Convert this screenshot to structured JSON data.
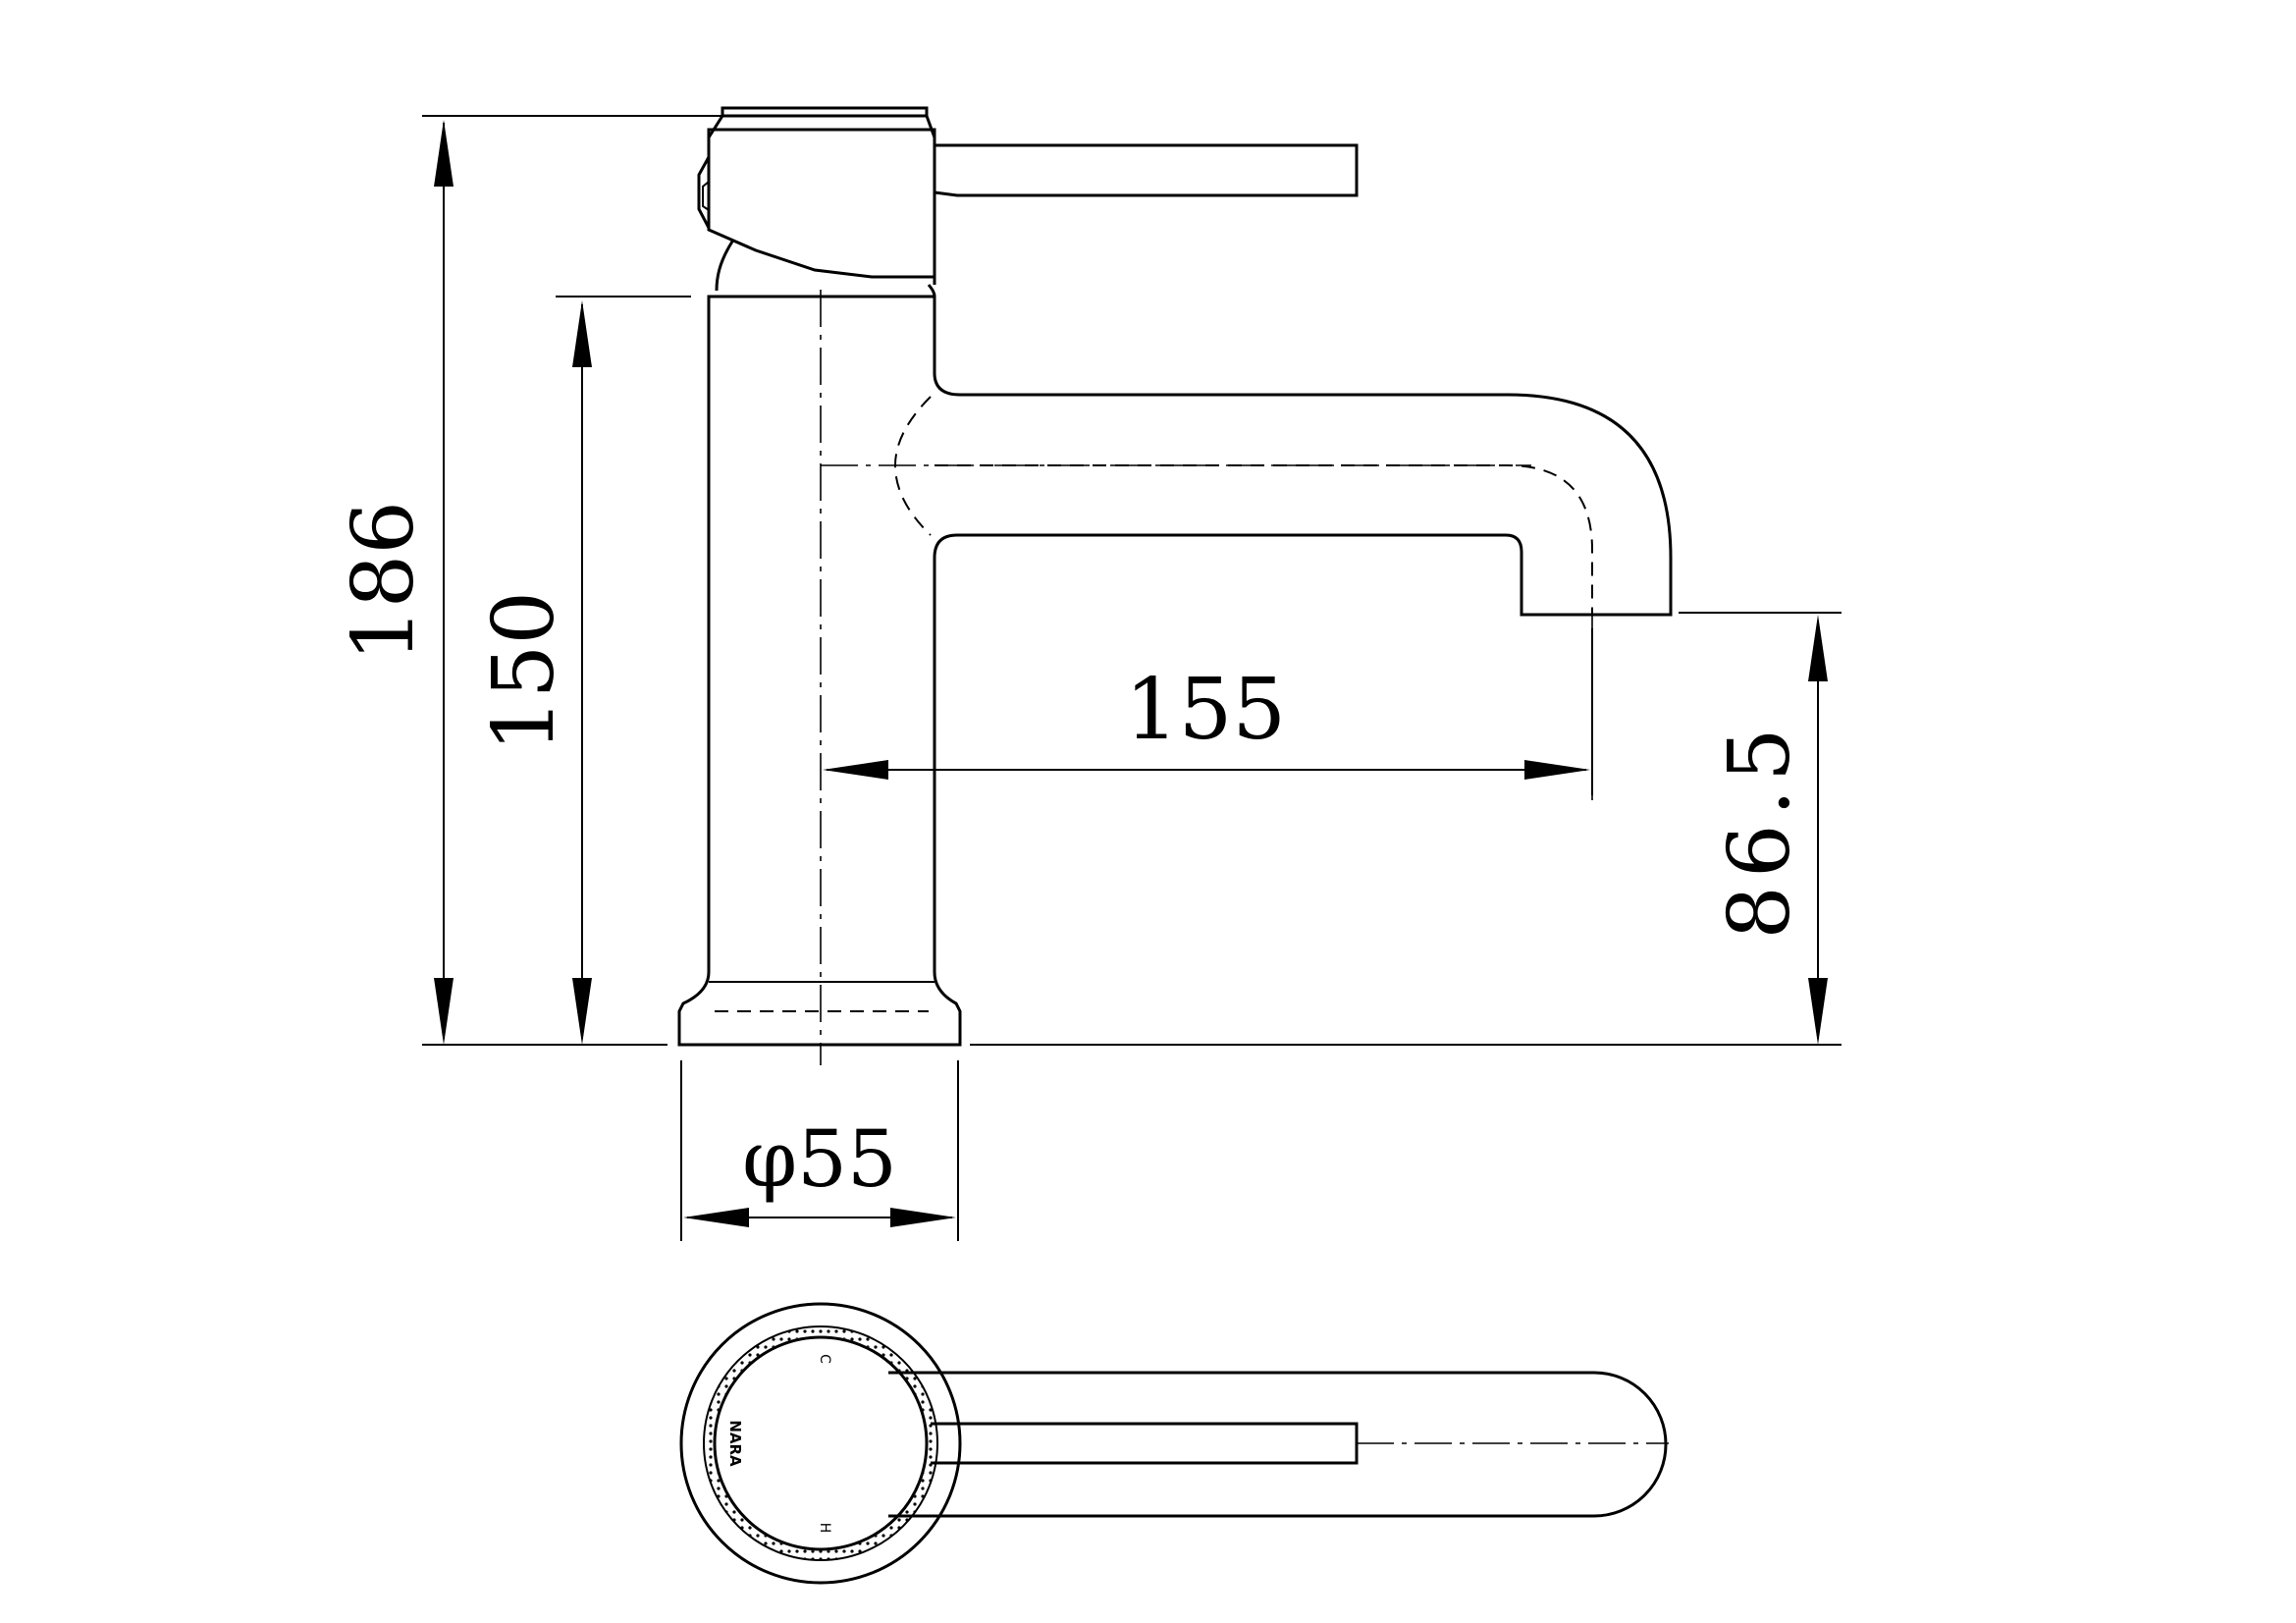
{
  "dimensions": {
    "total_height": "186",
    "body_height": "150",
    "spout_reach": "155",
    "outlet_height": "86.5",
    "base_diameter": "φ55"
  },
  "handle_markings": {
    "cold": "C",
    "hot": "H",
    "brand": "NARA"
  },
  "colors": {
    "line": "#000000",
    "background": "#ffffff"
  }
}
